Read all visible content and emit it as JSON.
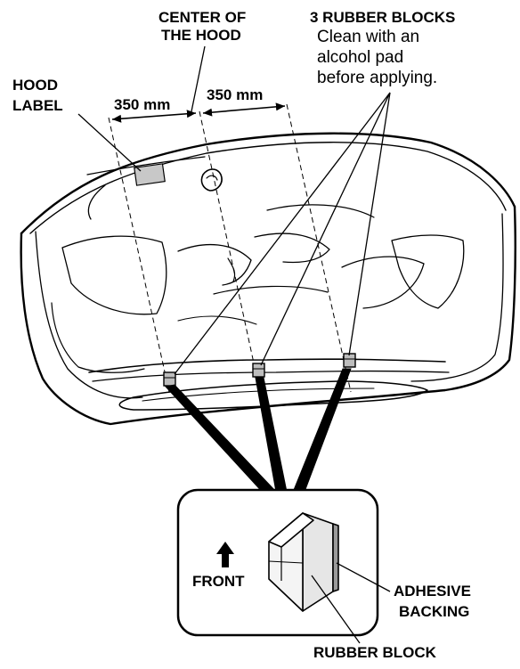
{
  "labels": {
    "center_line1": "CENTER OF",
    "center_line2": "THE HOOD",
    "blocks_title": "3 RUBBER BLOCKS",
    "blocks_note1": "Clean with an",
    "blocks_note2": "alcohol pad",
    "blocks_note3": "before applying.",
    "hood_label1": "HOOD",
    "hood_label2": "LABEL",
    "dim_left": "350 mm",
    "dim_right": "350 mm",
    "front": "FRONT",
    "adhesive1": "ADHESIVE",
    "adhesive2": "BACKING",
    "rubber_block": "RUBBER BLOCK"
  },
  "colors": {
    "line": "#000000",
    "label_fill": "#c8c8c8",
    "block_fill": "#bdbdbd",
    "block_face": "#e6e6e6"
  }
}
